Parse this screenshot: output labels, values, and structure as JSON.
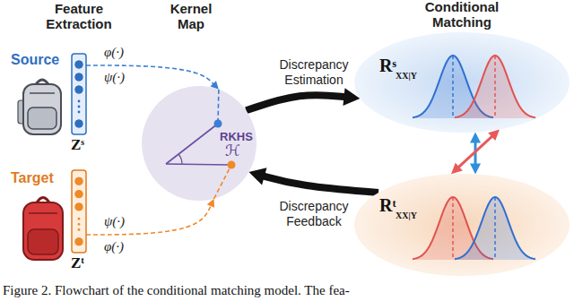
{
  "diagram": {
    "caption": "Figure 2. Flowchart of the conditional matching model. The fea-",
    "nodes": [
      {
        "text": [
          "Zˢ"
        ]
      },
      {
        "text": [
          "Zᵗ"
        ]
      },
      {
        "text": [
          "RKHS",
          "ℋ"
        ]
      },
      {
        "text": [
          "Rˢ",
          "XX|Y"
        ]
      },
      {
        "text": [
          "Rᵗ",
          "XX|Y"
        ]
      }
    ],
    "edges": [
      {
        "from": 0,
        "to": 2,
        "arrow": "to"
      },
      {
        "from": 1,
        "to": 2,
        "arrow": "to"
      },
      {
        "from": 2,
        "to": 3,
        "label": "Discrepancy Estimation",
        "arrow": "to"
      },
      {
        "from": 4,
        "to": 2,
        "label": "Discrepancy Feedback",
        "arrow": "to"
      },
      {
        "from": 3,
        "to": 4,
        "arrow": "both"
      },
      {
        "from": 3,
        "to": 4,
        "arrow": "both"
      }
    ],
    "labels": [
      "Feature Extraction",
      "Kernel Map",
      "Conditional Matching",
      "Source",
      "Target",
      "φ(·)",
      "ψ(·)",
      "ψ(·)",
      "φ(·)"
    ]
  }
}
